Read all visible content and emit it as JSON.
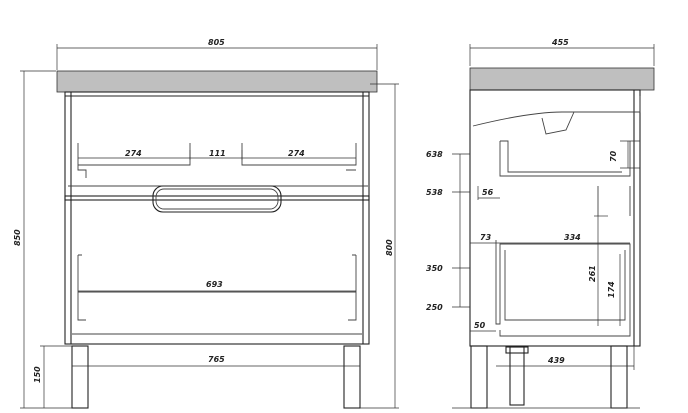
{
  "front_view": {
    "overall_width": "805",
    "total_height": "850",
    "drawer_left": "274",
    "middle_gap": "111",
    "drawer_right": "274",
    "lower_drawer_width": "693",
    "base_width": "765",
    "leg_height": "150",
    "body_height": "800"
  },
  "side_view": {
    "depth": "455",
    "level_upper": "638",
    "level_mid": "538",
    "level_350": "350",
    "level_250": "250",
    "drawer_gap": "70",
    "siphon_offset": "56",
    "inset_73": "73",
    "inner_depth": "334",
    "lower_height": "261",
    "inner_height": "174",
    "back_offset": "50",
    "base_depth": "439"
  },
  "colors": {
    "line": "#222222",
    "fill": "#bfbfbf"
  }
}
